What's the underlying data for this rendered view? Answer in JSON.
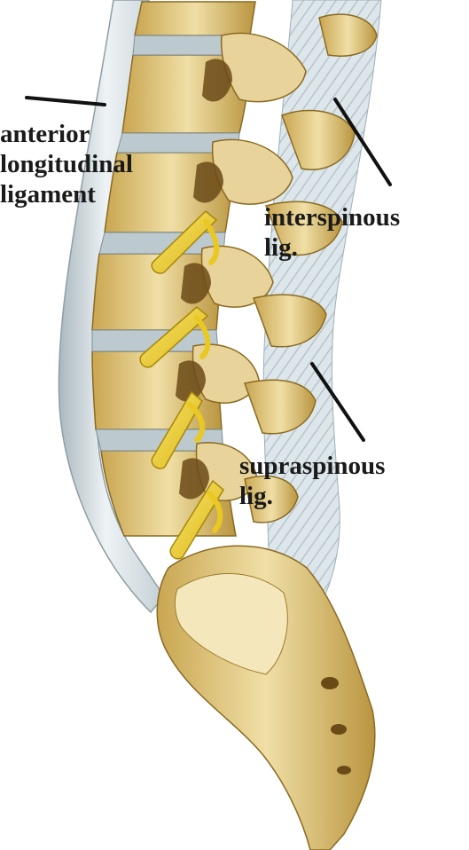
{
  "labels": {
    "anterior": [
      "anterior",
      "longitudinal",
      "ligament"
    ],
    "interspinous": [
      "interspinous",
      "lig."
    ],
    "supraspinous": [
      "supraspinous",
      "lig."
    ]
  },
  "colors": {
    "background": "#ffffff",
    "bone": "#e3cc84",
    "bone_light": "#f0dfa6",
    "bone_dark": "#b9953f",
    "bone_shadow": "#8a6a22",
    "disc": "#bcc9cf",
    "ligament": "#dde6ea",
    "ligament_stripe": "#b7c4cb",
    "nerve": "#f1d230",
    "nerve_dark": "#c9a80f",
    "cavity": "#6b4a17",
    "pointer": "#111111",
    "text": "#1a1a1a"
  },
  "illustration": {
    "subject": "lumbar-spine-lateral-view",
    "vertebrae_count": 5,
    "includes": [
      "vertebral-bodies",
      "intervertebral-discs",
      "spinal-nerves",
      "spinous-processes",
      "sacrum",
      "coccyx"
    ]
  }
}
